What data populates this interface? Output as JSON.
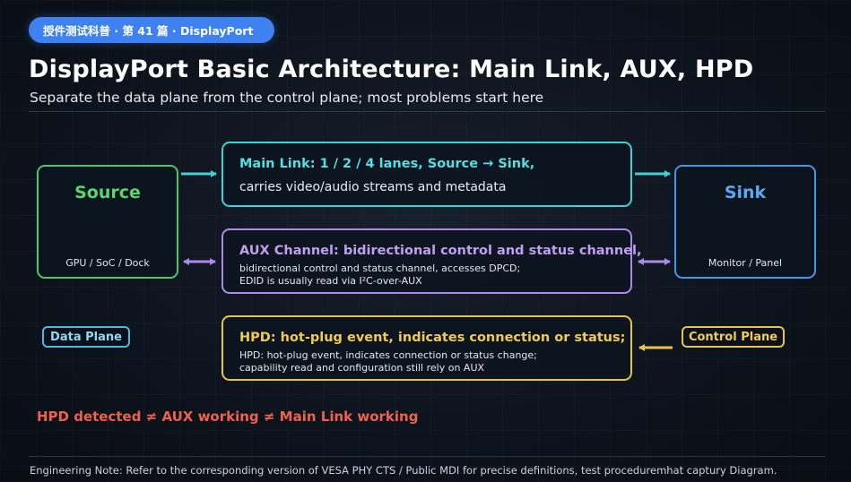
{
  "header": {
    "badge": "授件测试科普 · 第 41 篇 · DisplayPort",
    "title": "DisplayPort Basic Architecture: Main Link, AUX, HPD",
    "subtitle": "Separate the data plane from the control plane; most problems start here"
  },
  "nodes": {
    "source": {
      "title": "Source",
      "subtitle": "GPU / SoC / Dock"
    },
    "sink": {
      "title": "Sink",
      "subtitle": "Monitor / Panel"
    }
  },
  "channels": {
    "main_link": {
      "line1": "Main Link: 1 / 2 / 4 lanes, Source → Sink,",
      "line2": "carries video/audio streams and metadata"
    },
    "aux": {
      "line1": "AUX Channel: bidirectional control and status channel,",
      "line2": "bidirectional control and status channel, accesses DPCD;",
      "line3": "EDID is usually read via I²C-over-AUX"
    },
    "hpd": {
      "line1": "HPD: hot-plug event, indicates connection or status;",
      "line2": "HPD: hot-plug event, indicates connection or status change;",
      "line3": "capability read and configuration still rely on AUX"
    }
  },
  "labels": {
    "data_plane": "Data Plane",
    "control_plane": "Control Plane"
  },
  "warning": "HPD detected ≠ AUX working ≠ Main Link working",
  "footer": "Engineering Note: Refer to the corresponding version of VESA PHY CTS / Public MDI for precise definitions, test proceduremhat captury Diagram.",
  "colors": {
    "badge": "#3d82f0",
    "source": "#4fc46a",
    "sink": "#4795e6",
    "main_link": "#3fd1d4",
    "aux": "#ad88e8",
    "hpd": "#e7c34b",
    "warning": "#f0604f"
  }
}
